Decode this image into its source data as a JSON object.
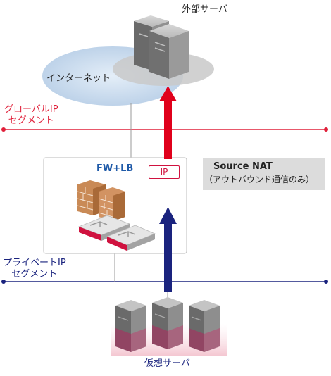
{
  "external_server": {
    "label": "外部サーバ"
  },
  "internet": {
    "label": "インターネット"
  },
  "global_segment": {
    "line1": "グローバルIP",
    "line2": "セグメント",
    "color": "#e0203a"
  },
  "private_segment": {
    "line1": "プライベートIP",
    "line2": "セグメント",
    "color": "#1a237e"
  },
  "fw_lb": {
    "label": "FW+LB",
    "ip_badge": "IP"
  },
  "source_nat": {
    "title": "Source NAT",
    "subtitle": "（アウトバウンド通信のみ）"
  },
  "virtual_servers": {
    "label": "仮想サーバ"
  },
  "arrows": {
    "outbound_color": "#e0001b",
    "inbound_color": "#1a237e"
  }
}
